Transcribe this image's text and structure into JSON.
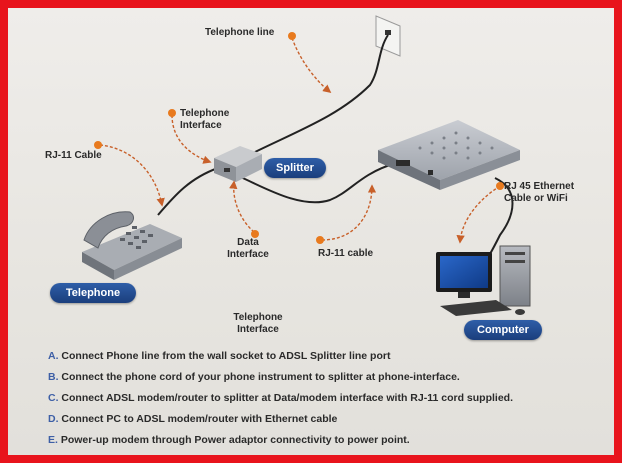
{
  "labels": {
    "telephone_line": "Telephone line",
    "telephone_interface_top": "Telephone\nInterface",
    "rj11_cable_left": "RJ-11 Cable",
    "data_interface": "Data\nInterface",
    "rj11_cable_mid": "RJ-11 cable",
    "rj45_cable": "RJ 45 Ethernet\nCable or WiFi",
    "telephone_interface_bottom": "Telephone\nInterface"
  },
  "pills": {
    "splitter": "Splitter",
    "telephone": "Telephone",
    "computer": "Computer"
  },
  "steps": [
    {
      "letter": "A.",
      "text": "Connect Phone line from the wall socket to ADSL Splitter line port"
    },
    {
      "letter": "B.",
      "text": "Connect the phone cord of your phone instrument to splitter at phone-interface."
    },
    {
      "letter": "C.",
      "text": "Connect ADSL modem/router to splitter at Data/modem interface with RJ-11 cord supplied."
    },
    {
      "letter": "D.",
      "text": "Connect PC to ADSL modem/router with Ethernet cable"
    },
    {
      "letter": "E.",
      "text": "Power-up modem through Power adaptor connectivity to power point."
    }
  ],
  "colors": {
    "frame": "#e8141c",
    "pill": "#1f4a8f",
    "callout_dot": "#e87a1e",
    "callout_arrow": "#c8602a",
    "cable": "#222222"
  }
}
